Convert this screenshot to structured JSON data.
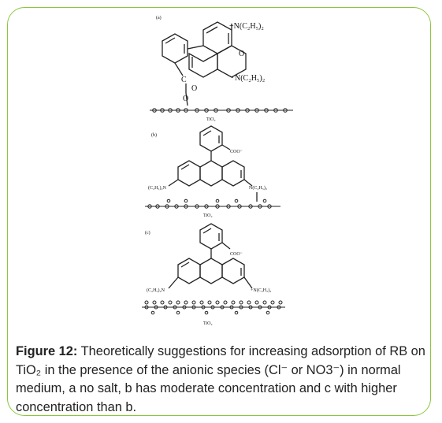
{
  "panels": [
    {
      "label": "(a)",
      "substituents": [
        "+N(C₂H₅)₂",
        "N(C₂H₅)₂",
        "O",
        "C",
        "O",
        "O"
      ],
      "surface": "TiO₂"
    },
    {
      "label": "(b)",
      "substituents": [
        "COO⁻",
        "(C₂H₅)₂N",
        "N(C₂H₅)₂"
      ],
      "surface": "TiO₂"
    },
    {
      "label": "(c)",
      "substituents": [
        "COO⁻",
        "(C₂H₅)₂N",
        "+N(C₂H₅)₂"
      ],
      "surface": "TiO₂"
    }
  ],
  "caption": {
    "label": "Figure 12:",
    "text": " Theoretically suggestions for increasing adsorption of RB on TiO₂ in the presence of the anionic species (Cl⁻ or NO3⁻) in normal medium, a no salt, b has moderate concentration and c with higher concentration than b."
  },
  "colors": {
    "frame_border": "#8cc63f",
    "text": "#222222",
    "drawing": "#111111"
  }
}
